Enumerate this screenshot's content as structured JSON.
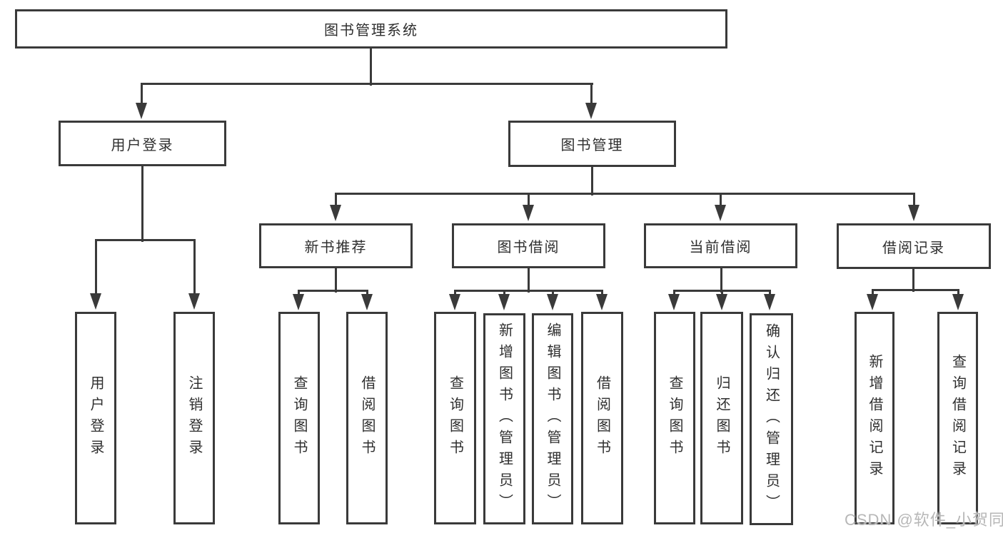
{
  "watermark": "CSDN @软件_小贺同学",
  "colors": {
    "line": "#3a3a3a",
    "text": "#2f2f2f",
    "watermark": "#b7b7b7",
    "background": "#ffffff"
  },
  "tree": {
    "root": {
      "label": "图书管理系统"
    },
    "level2": [
      {
        "id": "user-login",
        "label": "用户登录"
      },
      {
        "id": "book-management",
        "label": "图书管理"
      }
    ],
    "level3": [
      {
        "id": "new-book-recommend",
        "label": "新书推荐"
      },
      {
        "id": "book-borrowing",
        "label": "图书借阅"
      },
      {
        "id": "current-borrowing",
        "label": "当前借阅"
      },
      {
        "id": "borrowing-records",
        "label": "借阅记录"
      }
    ],
    "leaves": {
      "user_login": [
        {
          "label": "用户登录"
        },
        {
          "label": "注销登录"
        }
      ],
      "new_book": [
        {
          "label": "查询图书"
        },
        {
          "label": "借阅图书"
        }
      ],
      "book_borrow": [
        {
          "label": "查询图书"
        },
        {
          "label": "新增图书（管理员）"
        },
        {
          "label": "编辑图书（管理员）"
        },
        {
          "label": "借阅图书"
        }
      ],
      "current_borrow": [
        {
          "label": "查询图书"
        },
        {
          "label": "归还图书"
        },
        {
          "label": "确认归还（管理员）"
        }
      ],
      "borrow_records": [
        {
          "label": "新增借阅记录"
        },
        {
          "label": "查询借阅记录"
        }
      ]
    }
  }
}
